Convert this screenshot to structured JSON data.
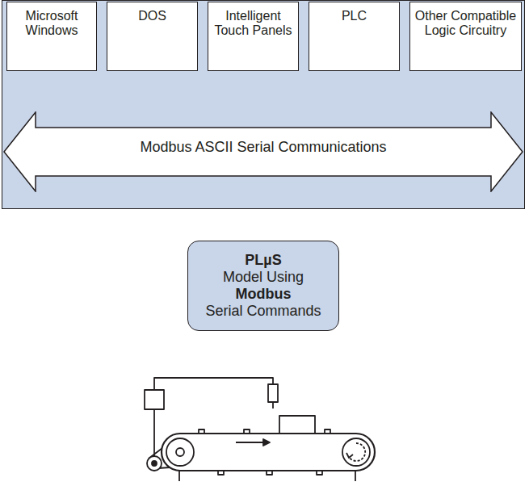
{
  "diagram": {
    "nodes": [
      {
        "text": [
          "Microsoft Windows"
        ]
      },
      {
        "text": [
          "DOS"
        ]
      },
      {
        "text": [
          "Intelligent Touch Panels"
        ]
      },
      {
        "text": [
          "PLC"
        ]
      },
      {
        "text": [
          "Other Compatible Logic Circuitry"
        ]
      },
      {
        "text": [
          "Modbus ASCII Serial Communications"
        ]
      },
      {
        "text": [
          "PLµS",
          "Model Using",
          "Modbus",
          "Serial Commands"
        ]
      },
      {
        "text": [
          "Machine"
        ]
      }
    ],
    "edges": [
      {
        "from": 0,
        "to": 5,
        "arrow": "both"
      },
      {
        "from": 1,
        "to": 5,
        "arrow": "both"
      },
      {
        "from": 2,
        "to": 5,
        "arrow": "both"
      },
      {
        "from": 3,
        "to": 5,
        "arrow": "both"
      },
      {
        "from": 4,
        "to": 5,
        "arrow": "both"
      },
      {
        "from": 5,
        "to": 6,
        "arrow": "both"
      },
      {
        "from": 6,
        "to": 7,
        "arrow": "both"
      }
    ]
  }
}
